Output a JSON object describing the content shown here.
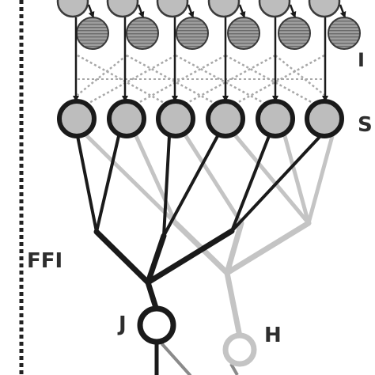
{
  "labels": {
    "ffi": "FFI",
    "s": "S",
    "i": "I",
    "j": "J",
    "h": "H"
  },
  "rows": {
    "top_cells": 6,
    "interneurons": 6,
    "s_cells": 6
  },
  "colors": {
    "black": "#1a1a1a",
    "gray_pathway": "#c4c4c4",
    "cell_fill": "#bdbdbd",
    "dotted": "#a8a8a8",
    "dashed_border": "#222222",
    "label_text": "#2e2e2e"
  }
}
